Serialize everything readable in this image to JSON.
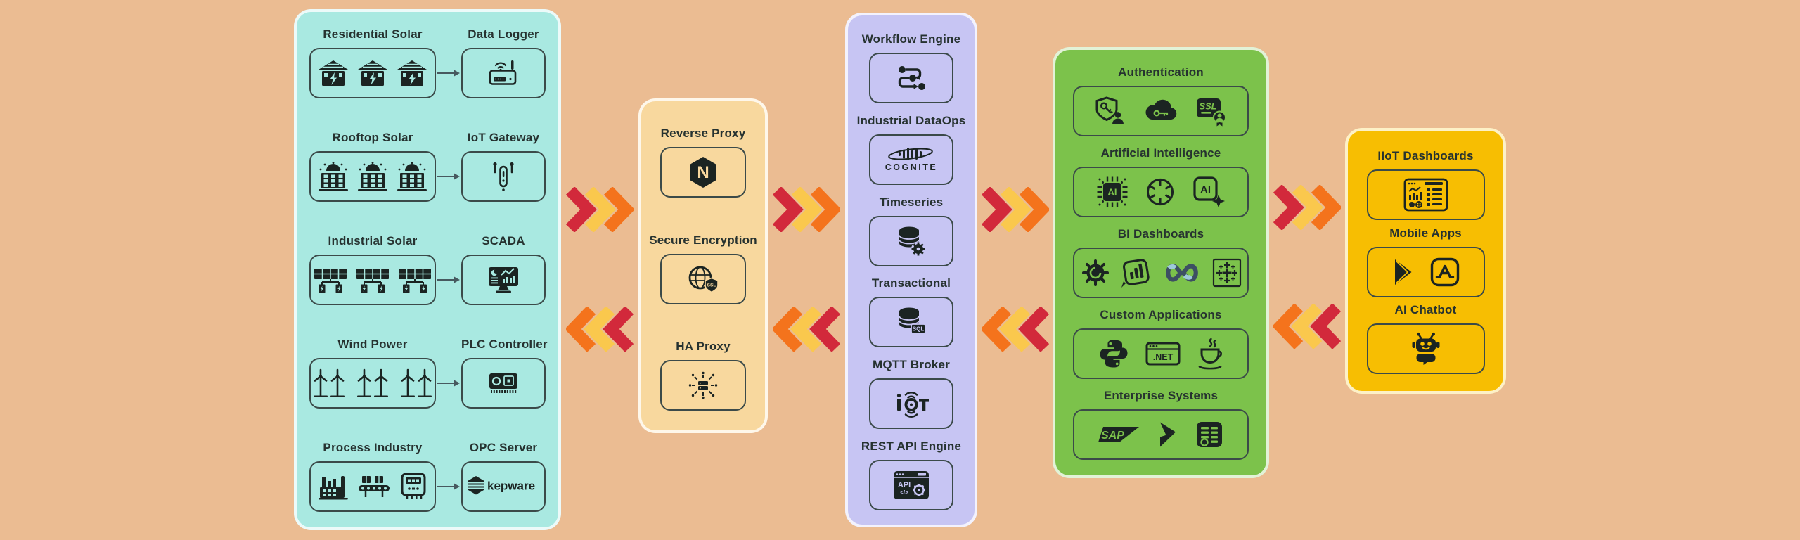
{
  "canvas": {
    "bg": "#EBBC92"
  },
  "arrow_colors": {
    "red": "#D2293B",
    "yellow": "#FAC84D",
    "orange": "#F4731C"
  },
  "logo_texts": {
    "nginx": "N",
    "kepware": "kepware",
    "cognite": "COGNITE",
    "sql": "SQL",
    "mqtt": "IOT",
    "api": "API",
    "api_code": "</>",
    "ssl_globe": "SSL",
    "ssl_badge": "SSL",
    "ai_chip": "AI",
    "ai_plus": "AI",
    "dotnet": ".NET",
    "sap": "SAP"
  },
  "panels": {
    "sources": {
      "bg": "#A9E9E1",
      "rows": [
        {
          "source": {
            "label": "Residential Solar",
            "icons": [
              "house-solar",
              "house-solar",
              "house-solar"
            ]
          },
          "target": {
            "label": "Data Logger",
            "icons": [
              "data-logger"
            ]
          }
        },
        {
          "source": {
            "label": "Rooftop Solar",
            "icons": [
              "building-sun",
              "building-sun",
              "building-sun"
            ]
          },
          "target": {
            "label": "IoT Gateway",
            "icons": [
              "iot-gateway"
            ]
          }
        },
        {
          "source": {
            "label": "Industrial Solar",
            "icons": [
              "solar-array",
              "solar-array",
              "solar-array"
            ]
          },
          "target": {
            "label": "SCADA",
            "icons": [
              "scada-monitor"
            ]
          }
        },
        {
          "source": {
            "label": "Wind Power",
            "icons": [
              "wind-turbines",
              "wind-turbines",
              "wind-turbines"
            ]
          },
          "target": {
            "label": "PLC Controller",
            "icons": [
              "plc-controller"
            ]
          }
        },
        {
          "source": {
            "label": "Process Industry",
            "icons": [
              "factory",
              "conveyor",
              "meter"
            ]
          },
          "target": {
            "label": "OPC Server",
            "icons": [
              "kepware-logo"
            ]
          }
        }
      ]
    },
    "proxy": {
      "bg": "#F8D89E",
      "items": [
        {
          "label": "Reverse Proxy",
          "icons": [
            "nginx-logo"
          ]
        },
        {
          "label": "Secure Encryption",
          "icons": [
            "ssl-globe"
          ]
        },
        {
          "label": "HA Proxy",
          "icons": [
            "haproxy-nodes"
          ]
        }
      ]
    },
    "platform": {
      "bg": "#C7C5F3",
      "items": [
        {
          "label": "Workflow Engine",
          "icons": [
            "workflow"
          ]
        },
        {
          "label": "Industrial DataOps",
          "icons": [
            "cognite-logo"
          ]
        },
        {
          "label": "Timeseries",
          "icons": [
            "db-gear"
          ]
        },
        {
          "label": "Transactional",
          "icons": [
            "db-sql"
          ]
        },
        {
          "label": "MQTT Broker",
          "icons": [
            "iot-mqtt"
          ]
        },
        {
          "label": "REST API Engine",
          "icons": [
            "api-window"
          ]
        }
      ]
    },
    "services": {
      "bg": "#7CC24B",
      "items": [
        {
          "label": "Authentication",
          "icons": [
            "shield-key",
            "cloud-key",
            "ssl-badge"
          ]
        },
        {
          "label": "Artificial Intelligence",
          "icons": [
            "ai-chip",
            "openai",
            "ai-plus"
          ]
        },
        {
          "label": "BI Dashboards",
          "icons": [
            "grafana",
            "powerbi",
            "infinity",
            "tableau"
          ]
        },
        {
          "label": "Custom Applications",
          "icons": [
            "python",
            "dotnet",
            "java"
          ]
        },
        {
          "label": "Enterprise Systems",
          "icons": [
            "sap",
            "dynamics",
            "erp-grid"
          ]
        }
      ]
    },
    "consumers": {
      "bg": "#F7BE02",
      "items": [
        {
          "label": "IIoT Dashboards",
          "icons": [
            "iiot-dashboard"
          ]
        },
        {
          "label": "Mobile Apps",
          "icons": [
            "google-play",
            "app-store"
          ]
        },
        {
          "label": "AI Chatbot",
          "icons": [
            "chatbot"
          ]
        }
      ]
    }
  }
}
